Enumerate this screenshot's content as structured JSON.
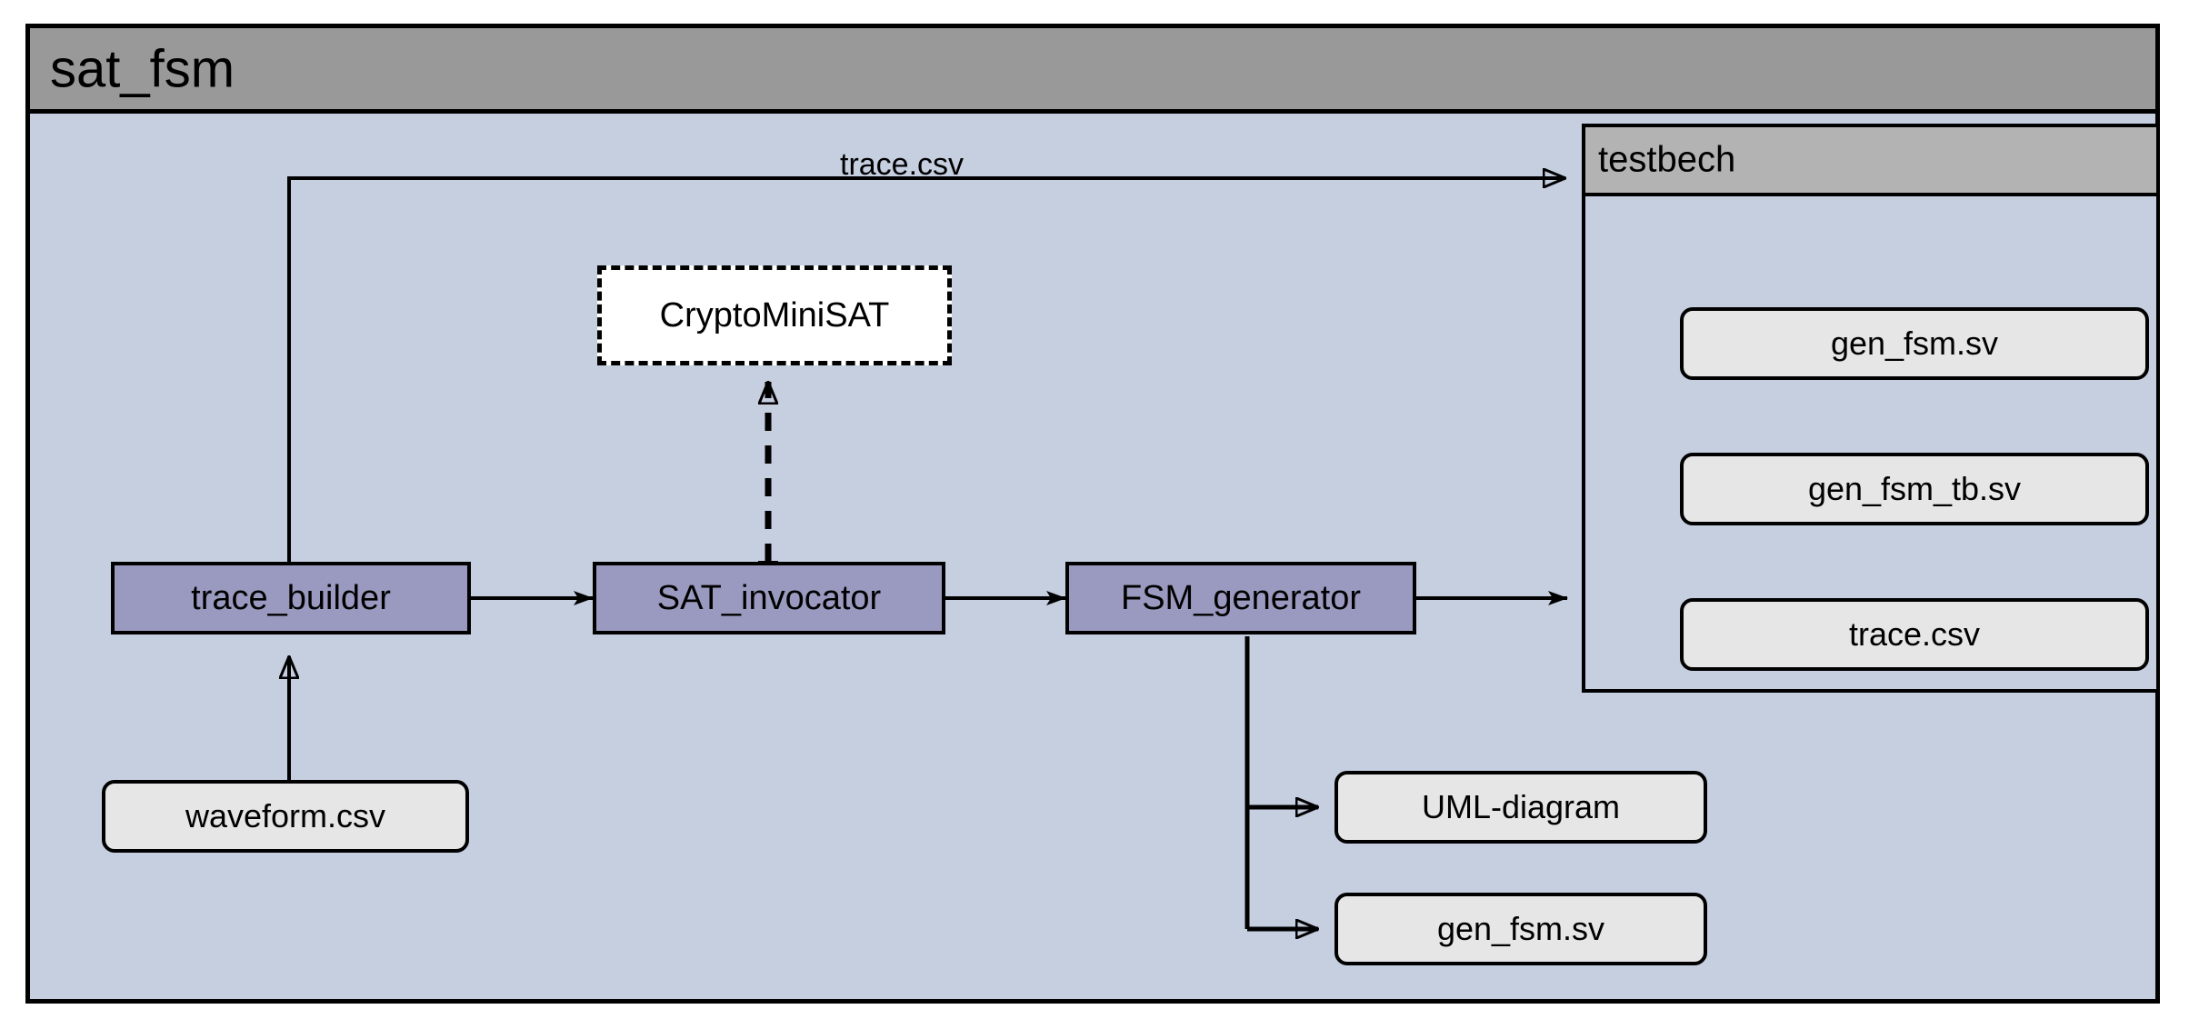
{
  "diagram": {
    "type": "uml-component-diagram",
    "background_color": "#c6cfe0",
    "outer_package": {
      "name": "sat_fsm",
      "header_color": "#999999",
      "body_color": "#c6cfe0"
    },
    "inner_package": {
      "name": "testbech",
      "header_color": "#b3b3b3",
      "body_color": "#c6cfe0",
      "contents": [
        {
          "label": "gen_fsm.sv"
        },
        {
          "label": "gen_fsm_tb.sv"
        },
        {
          "label": "trace.csv"
        }
      ]
    },
    "processes": [
      {
        "id": "trace_builder",
        "label": "trace_builder",
        "color": "#9a9ac0"
      },
      {
        "id": "sat_invocator",
        "label": "SAT_invocator",
        "color": "#9a9ac0"
      },
      {
        "id": "fsm_generator",
        "label": "FSM_generator",
        "color": "#9a9ac0"
      }
    ],
    "external_components": [
      {
        "id": "cryptominisat",
        "label": "CryptoMiniSAT",
        "style": "dashed",
        "color": "#ffffff"
      }
    ],
    "artifacts": [
      {
        "id": "waveform_csv",
        "label": "waveform.csv",
        "color": "#e6e6e6"
      },
      {
        "id": "uml_diagram",
        "label": "UML-diagram",
        "color": "#e6e6e6"
      },
      {
        "id": "gen_fsm_sv_out",
        "label": "gen_fsm.sv",
        "color": "#e6e6e6"
      }
    ],
    "edges": [
      {
        "from": "waveform_csv",
        "to": "trace_builder",
        "label": "",
        "arrow": "hollow"
      },
      {
        "from": "trace_builder",
        "to": "sat_invocator",
        "label": "",
        "arrow": "solid"
      },
      {
        "from": "sat_invocator",
        "to": "cryptominisat",
        "label": "",
        "arrow": "hollow-bidirectional",
        "style": "dashed"
      },
      {
        "from": "sat_invocator",
        "to": "fsm_generator",
        "label": "",
        "arrow": "solid"
      },
      {
        "from": "fsm_generator",
        "to": "testbech",
        "label": "",
        "arrow": "solid"
      },
      {
        "from": "trace_builder",
        "to": "testbech",
        "label": "trace.csv",
        "arrow": "hollow"
      },
      {
        "from": "fsm_generator",
        "to": "uml_diagram",
        "label": "",
        "arrow": "hollow"
      },
      {
        "from": "fsm_generator",
        "to": "gen_fsm_sv_out",
        "label": "",
        "arrow": "hollow"
      }
    ],
    "edge_labels": {
      "trace_csv": "trace.csv"
    }
  }
}
